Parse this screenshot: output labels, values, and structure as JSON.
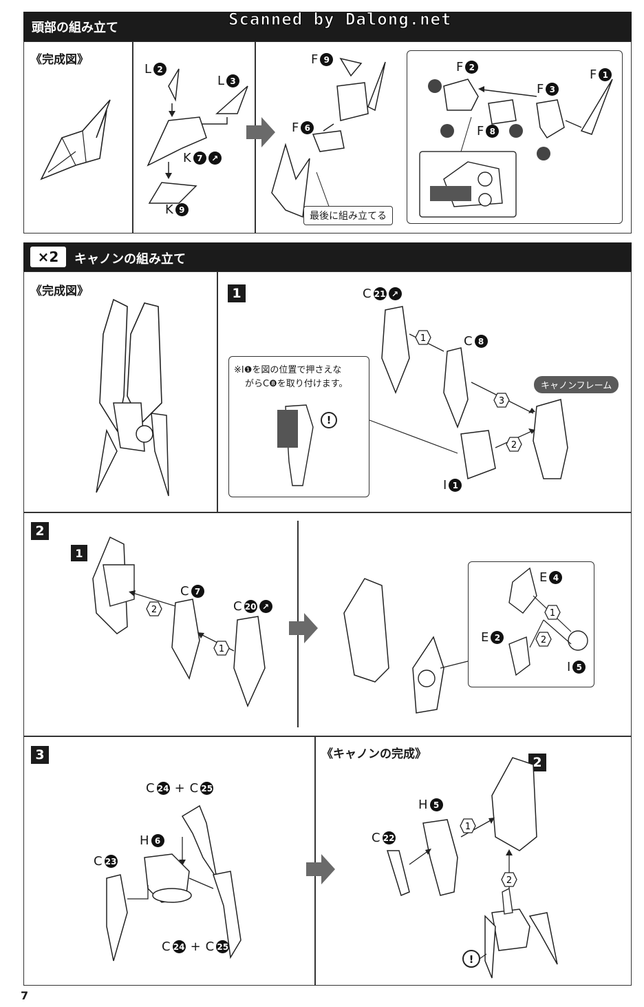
{
  "watermark": "Scanned by Dalong.net",
  "page_number": "7",
  "head_section": {
    "title": "頭部の組み立て",
    "complete_label": "《完成図》",
    "parts": {
      "l2": {
        "letter": "L",
        "num": "2"
      },
      "l3": {
        "letter": "L",
        "num": "3"
      },
      "k7": {
        "letter": "K",
        "num": "7"
      },
      "k9": {
        "letter": "K",
        "num": "9"
      },
      "f9": {
        "letter": "F",
        "num": "9"
      },
      "f6": {
        "letter": "F",
        "num": "6"
      },
      "f2": {
        "letter": "F",
        "num": "2"
      },
      "f3": {
        "letter": "F",
        "num": "3"
      },
      "f1": {
        "letter": "F",
        "num": "1"
      },
      "f8": {
        "letter": "F",
        "num": "8"
      }
    },
    "assemble_last_tag": "最後に組み立てる"
  },
  "cannon_section": {
    "multiplier": "×2",
    "title": "キャノンの組み立て",
    "complete_label": "《完成図》",
    "step1": {
      "number": "1",
      "note_line1": "※I❶を図の位置で押さえな",
      "note_line2": "がらC❽を取り付けます。",
      "frame_label": "キャノンフレーム",
      "parts": {
        "c21": {
          "letter": "C",
          "num": "21"
        },
        "c8": {
          "letter": "C",
          "num": "8"
        },
        "i1": {
          "letter": "I",
          "num": "1"
        }
      },
      "order": [
        "1",
        "2",
        "3"
      ]
    },
    "step2": {
      "number": "2",
      "ref_step": "1",
      "parts": {
        "c7": {
          "letter": "C",
          "num": "7"
        },
        "c20": {
          "letter": "C",
          "num": "20"
        },
        "e4": {
          "letter": "E",
          "num": "4"
        },
        "e2": {
          "letter": "E",
          "num": "2"
        },
        "i5": {
          "letter": "I",
          "num": "5"
        }
      }
    },
    "step3": {
      "number": "3",
      "complete_label": "《キャノンの完成》",
      "ref_step": "2",
      "parts": {
        "c24_top": {
          "letter": "C",
          "num": "24"
        },
        "c25_top": {
          "letter": "C",
          "num": "25"
        },
        "h6": {
          "letter": "H",
          "num": "6"
        },
        "c23": {
          "letter": "C",
          "num": "23"
        },
        "c24_bottom": {
          "letter": "C",
          "num": "24"
        },
        "c25_bottom": {
          "letter": "C",
          "num": "25"
        },
        "h5": {
          "letter": "H",
          "num": "5"
        },
        "c22": {
          "letter": "C",
          "num": "22"
        }
      },
      "plus": "+"
    }
  }
}
